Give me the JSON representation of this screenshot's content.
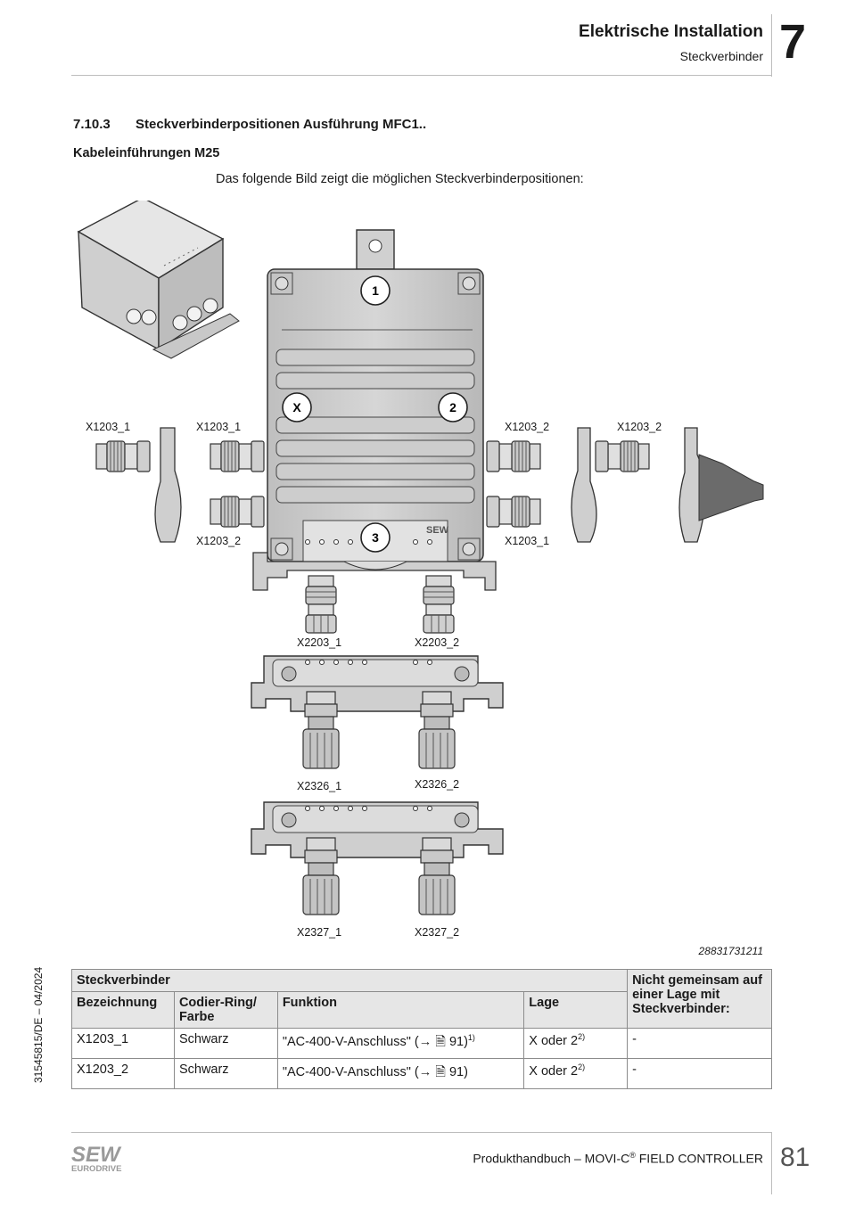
{
  "header": {
    "title": "Elektrische Installation",
    "subtitle": "Steckverbinder",
    "chapter": "7"
  },
  "section": {
    "number": "7.10.3",
    "title": "Steckverbinderpositionen Ausführung MFC1.."
  },
  "subheading": "Kabeleinführungen M25",
  "intro": "Das folgende Bild zeigt die möglichen Steckverbinderpositionen:",
  "figure": {
    "id": "28831731211",
    "positions": [
      "1",
      "X",
      "2",
      "3"
    ],
    "labels": [
      "X1203_1",
      "X1203_1",
      "X1203_2",
      "X1203_2",
      "X1203_2",
      "X1203_1",
      "X2203_1",
      "X2203_2",
      "X2326_1",
      "X2326_2",
      "X2327_1",
      "X2327_2"
    ]
  },
  "table": {
    "header_group": "Steckverbinder",
    "header_last": "Nicht gemeinsam auf einer Lage mit Steckverbinder:",
    "columns": [
      "Bezeichnung",
      "Codier-Ring/ Farbe",
      "Funktion",
      "Lage"
    ],
    "rows": [
      {
        "bezeichnung": "X1203_1",
        "codier": "Schwarz",
        "funktion": "\"AC-400-V-Anschluss\" (→ 🗎 91)",
        "funktion_sup": "1)",
        "lage": "X oder 2",
        "lage_sup": "2)",
        "nicht": "-"
      },
      {
        "bezeichnung": "X1203_2",
        "codier": "Schwarz",
        "funktion": "\"AC-400-V-Anschluss\" (→ 🗎 91)",
        "funktion_sup": "",
        "lage": "X oder 2",
        "lage_sup": "2)",
        "nicht": "-"
      }
    ]
  },
  "sidebar_code": "31545815/DE – 04/2024",
  "footer": {
    "logo_top": "SEW",
    "logo_bottom": "EURODRIVE",
    "product_prefix": "Produkthandbuch – MOVI-C",
    "product_sup": "®",
    "product_suffix": " FIELD CONTROLLER",
    "page": "81"
  }
}
